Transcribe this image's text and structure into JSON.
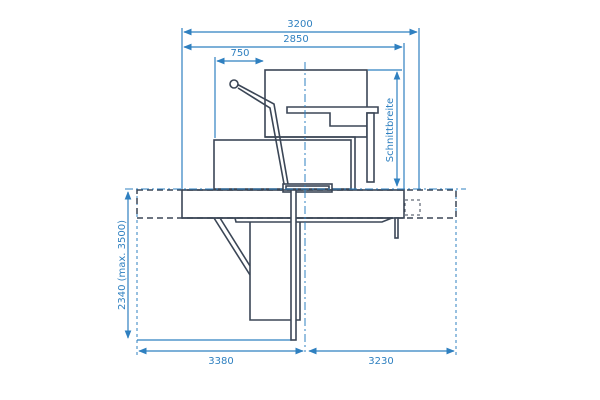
{
  "dimensions": {
    "total_width_label": "3200",
    "width_label": "2850",
    "offset_label": "750",
    "cut_width_label": "Schnittbreite",
    "height_label": "2340 (max. 3500)",
    "left_depth_label": "3380",
    "right_depth_label": "3230"
  },
  "colors": {
    "dimension": "#2f80c0",
    "outline": "#3b4656"
  }
}
